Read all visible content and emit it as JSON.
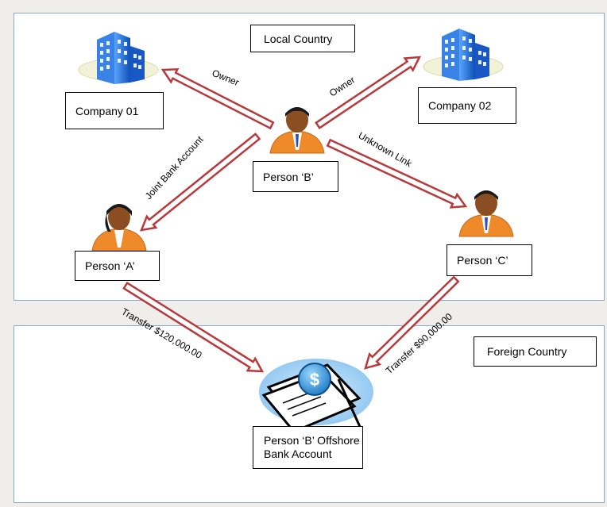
{
  "regions": {
    "local": "Local Country",
    "foreign": "Foreign Country"
  },
  "nodes": {
    "company01": "Company 01",
    "company02": "Company 02",
    "person_b": "Person ‘B’",
    "person_a": "Person ‘A’",
    "person_c": "Person ‘C’",
    "offshore_line1": "Person ‘B’ Offshore",
    "offshore_line2": "Bank Account"
  },
  "links": {
    "owner_left": "Owner",
    "owner_right": "Owner",
    "joint": "Joint Bank Account",
    "unknown": "Unknown  Link",
    "transfer_a": "Transfer $120,000.00",
    "transfer_c": "Transfer $90,000.00"
  },
  "colors": {
    "arrow_fill": "#ffffff",
    "arrow_stroke": "#b8393c",
    "building": "#1e6fd0",
    "person_shirt": "#ee8a2a",
    "money_bubble": "#a9d6f5"
  },
  "icons": [
    "building-icon",
    "person-icon",
    "offshore-money-icon"
  ]
}
